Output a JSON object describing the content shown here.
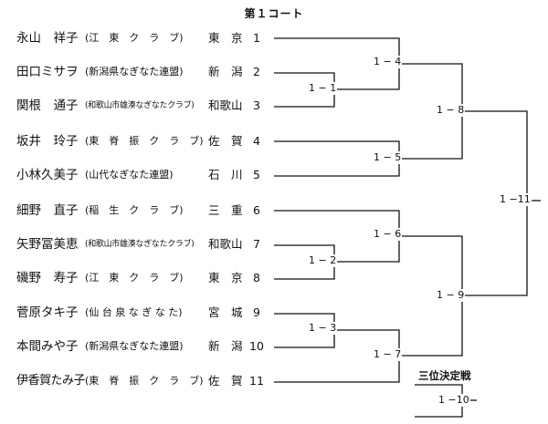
{
  "court_title": "第１コート",
  "players": [
    {
      "name": "永山　祥子",
      "club": "(江　東　ク　ラ　ブ)",
      "pref": "東　京",
      "seed": "1"
    },
    {
      "name": "田口ミサヲ",
      "club": "(新潟県なぎなた連盟)",
      "pref": "新　潟",
      "seed": "2"
    },
    {
      "name": "関根　通子",
      "club": "(和歌山市雄湊なぎなたクラブ)",
      "pref": "和歌山",
      "seed": "3"
    },
    {
      "name": "坂井　玲子",
      "club": "(東　脊　振　ク　ラ　ブ)",
      "pref": "佐　賀",
      "seed": "4"
    },
    {
      "name": "小林久美子",
      "club": "(山代なぎなた連盟)",
      "pref": "石　川",
      "seed": "5"
    },
    {
      "name": "細野　直子",
      "club": "(稲　生　ク　ラ　ブ)",
      "pref": "三　重",
      "seed": "6"
    },
    {
      "name": "矢野冨美恵",
      "club": "(和歌山市雄湊なぎなたクラブ)",
      "pref": "和歌山",
      "seed": "7"
    },
    {
      "name": "磯野　寿子",
      "club": "(江　東　ク　ラ　ブ)",
      "pref": "東　京",
      "seed": "8"
    },
    {
      "name": "菅原タキ子",
      "club": "(仙 台 泉 な ぎ な た)",
      "pref": "宮　城",
      "seed": "9"
    },
    {
      "name": "本間みや子",
      "club": "(新潟県なぎなた連盟)",
      "pref": "新　潟",
      "seed": "10"
    },
    {
      "name": "伊香賀たみ子",
      "club": "(東　脊　振　ク　ラ　ブ)",
      "pref": "佐　賀",
      "seed": "11"
    }
  ],
  "matches": {
    "m1": "1 − 1",
    "m2": "1 − 2",
    "m3": "1 − 3",
    "m4": "1 − 4",
    "m5": "1 − 5",
    "m6": "1 − 6",
    "m7": "1 − 7",
    "m8": "1 − 8",
    "m9": "1 − 9",
    "m10": "1 −10",
    "m11": "1 −11"
  },
  "third_place_title": "三位決定戦"
}
